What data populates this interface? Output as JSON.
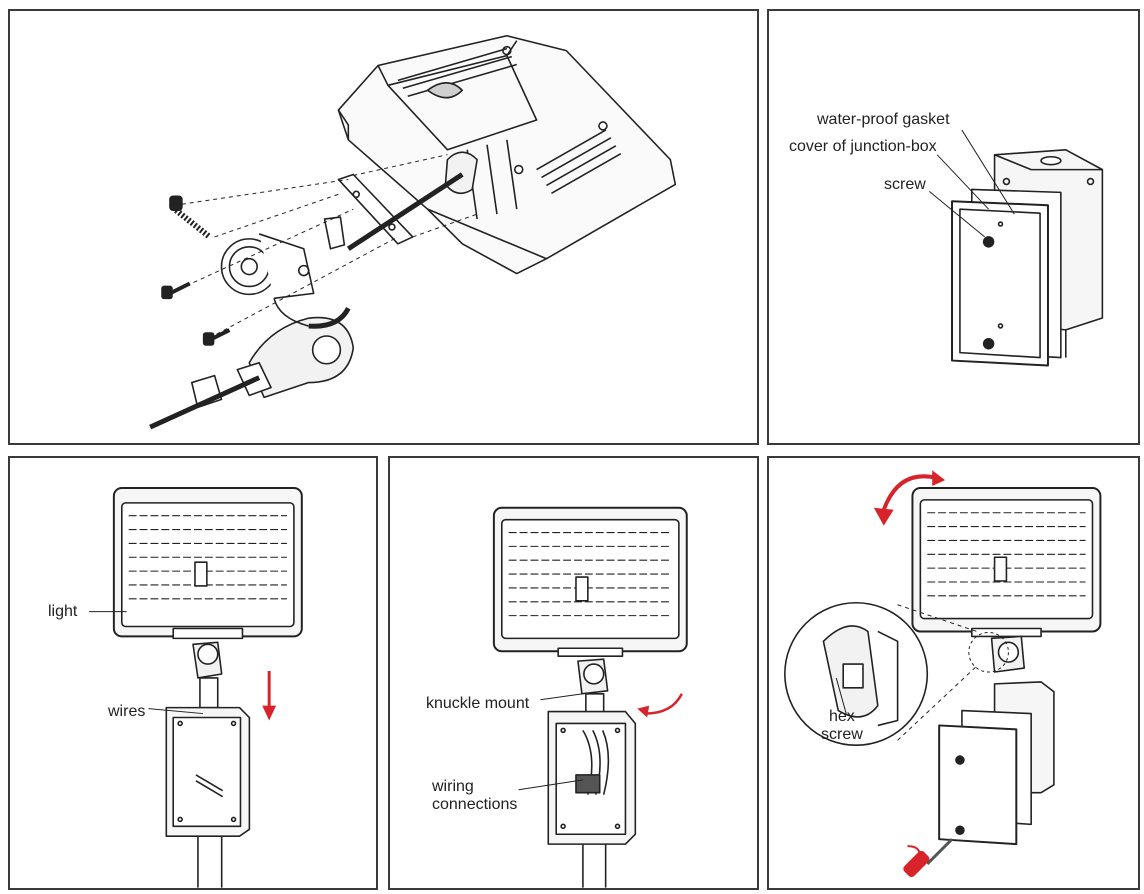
{
  "colors": {
    "frame": "#3a3a3a",
    "line": "#222222",
    "accent_red": "#d9232a",
    "fill_light": "#f2f2f2",
    "fill_mid": "#cfcfcf"
  },
  "panels": {
    "exploded": {},
    "junction_box": {
      "labels": {
        "gasket": "water-proof gasket",
        "cover": "cover of junction-box",
        "screw": "screw"
      }
    },
    "mount_light": {
      "labels": {
        "light": "light",
        "wires": "wires"
      },
      "icons": [
        "down-arrow-icon"
      ]
    },
    "wiring": {
      "labels": {
        "knuckle": "knuckle mount",
        "wiring": "wiring\nconnections"
      },
      "icons": [
        "rotate-arrow-icon"
      ]
    },
    "adjust": {
      "labels": {
        "hex": "hex\nscrew"
      },
      "icons": [
        "tilt-arrow-icon",
        "screwdriver-icon"
      ]
    }
  }
}
